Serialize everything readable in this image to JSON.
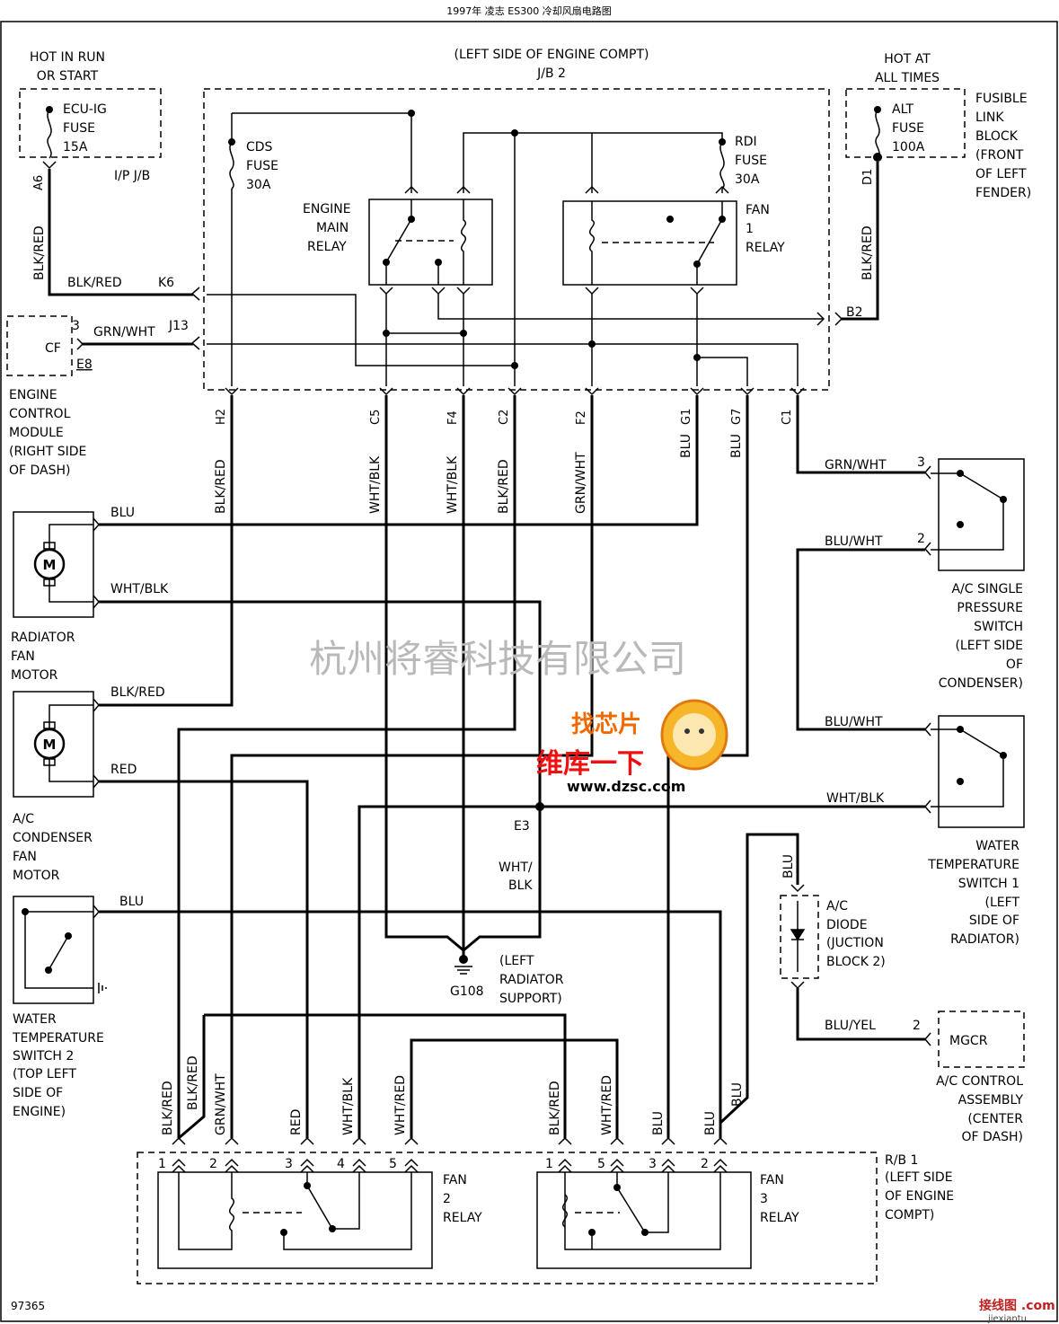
{
  "header": {
    "title": "1997年 凌志 ES300 冷却风扇电路图"
  },
  "jb2": {
    "label1": "(LEFT SIDE OF ENGINE COMPT)",
    "label2": "J/B 2"
  },
  "hot_run": [
    "HOT IN RUN",
    "OR START"
  ],
  "hot_all": [
    "HOT AT",
    "ALL TIMES"
  ],
  "ecu_fuse": [
    "ECU-IG",
    "FUSE",
    "15A"
  ],
  "ip_jb": "I/P J/B",
  "alt_fuse": [
    "ALT",
    "FUSE",
    "100A"
  ],
  "fusible": [
    "FUSIBLE",
    "LINK",
    "BLOCK",
    "(FRONT",
    "OF LEFT",
    "FENDER)"
  ],
  "cds_fuse": [
    "CDS",
    "FUSE",
    "30A"
  ],
  "rdi_fuse": [
    "RDI",
    "FUSE",
    "30A"
  ],
  "engine_relay": [
    "ENGINE",
    "MAIN",
    "RELAY"
  ],
  "fan1_relay": [
    "FAN",
    "1",
    "RELAY"
  ],
  "pins": {
    "a6": "A6",
    "d1": "D1",
    "k6": "K6",
    "j13": "J13",
    "b2": "B2",
    "h2": "H2",
    "c5": "C5",
    "f4": "F4",
    "c2": "C2",
    "f2": "F2",
    "g1": "G1",
    "g7": "G7",
    "c1": "C1",
    "e3": "E3",
    "e8": "E8",
    "cf": "CF",
    "p3": "3",
    "p2": "2"
  },
  "wires": {
    "blk_red": "BLK/RED",
    "grn_wht": "GRN/WHT",
    "wht_blk": "WHT/BLK",
    "blu": "BLU",
    "blu_wht": "BLU/WHT",
    "red": "RED",
    "wht_red": "WHT/RED",
    "blu_yel": "BLU/YEL",
    "wht_slash": "WHT/",
    "blk": "BLK"
  },
  "ecm": [
    "ENGINE",
    "CONTROL",
    "MODULE",
    "(RIGHT SIDE",
    "OF DASH)"
  ],
  "rad_fan": [
    "RADIATOR",
    "FAN",
    "MOTOR"
  ],
  "ac_fan": [
    "A/C",
    "CONDENSER",
    "FAN",
    "MOTOR"
  ],
  "wts2": [
    "WATER",
    "TEMPERATURE",
    "SWITCH 2",
    "(TOP LEFT",
    "SIDE OF",
    "ENGINE)"
  ],
  "ac_press": [
    "A/C SINGLE",
    "PRESSURE",
    "SWITCH",
    "(LEFT SIDE",
    "OF",
    "CONDENSER)"
  ],
  "wts1": [
    "WATER",
    "TEMPERATURE",
    "SWITCH 1",
    "(LEFT",
    "SIDE OF",
    "RADIATOR)"
  ],
  "ac_diode": [
    "A/C",
    "DIODE",
    "(JUCTION",
    "BLOCK 2)"
  ],
  "mgcr": "MGCR",
  "ac_control": [
    "A/C CONTROL",
    "ASSEMBLY",
    "(CENTER",
    "OF DASH)"
  ],
  "ground": {
    "name": "G108",
    "desc": [
      "(LEFT",
      "RADIATOR",
      "SUPPORT)"
    ]
  },
  "rb1": [
    "R/B 1",
    "(LEFT SIDE",
    "OF ENGINE",
    "COMPT)"
  ],
  "fan2_relay": [
    "FAN",
    "2",
    "RELAY"
  ],
  "fan3_relay": [
    "FAN",
    "3",
    "RELAY"
  ],
  "fan2_pins": [
    "1",
    "2",
    "3",
    "4",
    "5"
  ],
  "fan3_pins": [
    "1",
    "5",
    "3",
    "2"
  ],
  "motor_symbol": "M",
  "watermark": "杭州将睿科技有限公司",
  "logo": {
    "top": "找芯片",
    "bottom": "维库一下",
    "url": "www.dzsc.com"
  },
  "corner_logo": "接线图 .com",
  "corner_url": "jiexiantu",
  "figure_id": "97365"
}
